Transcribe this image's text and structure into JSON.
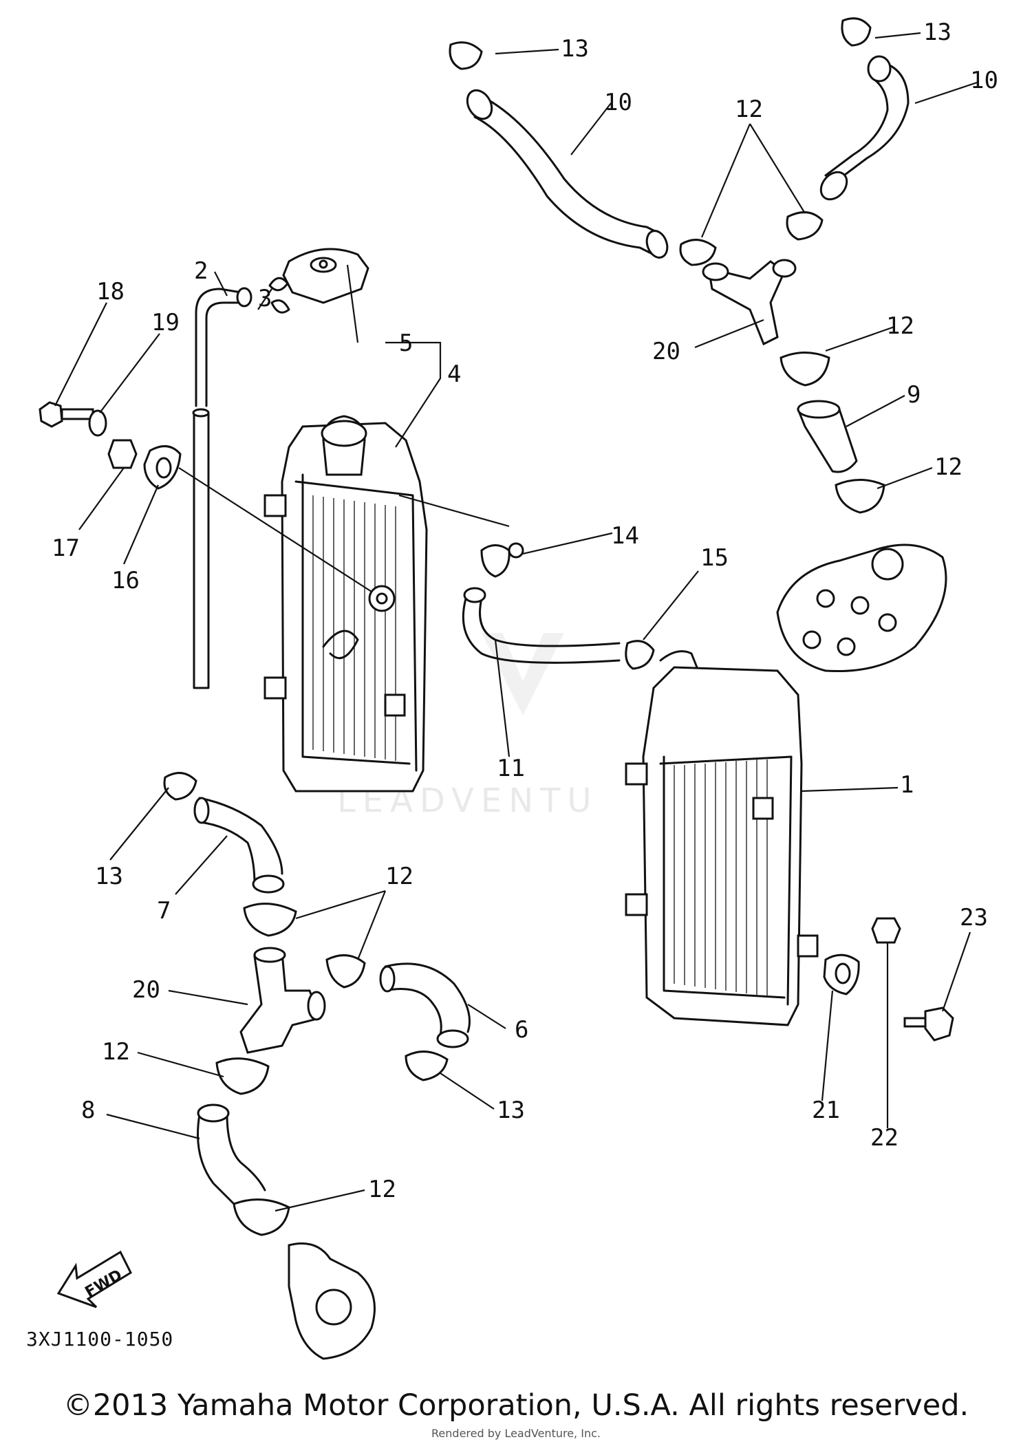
{
  "labels": {
    "l1": "1",
    "l2": "2",
    "l3": "3",
    "l4": "4",
    "l5": "5",
    "l6": "6",
    "l7": "7",
    "l8": "8",
    "l9": "9",
    "l10a": "10",
    "l10b": "10",
    "l11": "11",
    "l12a": "12",
    "l12b": "12",
    "l12c": "12",
    "l12d": "12",
    "l12e": "12",
    "l12f": "12",
    "l13a": "13",
    "l13b": "13",
    "l13c": "13",
    "l13d": "13",
    "l14": "14",
    "l15": "15",
    "l16": "16",
    "l17": "17",
    "l18": "18",
    "l19": "19",
    "l20a": "20",
    "l20b": "20",
    "l21": "21",
    "l22": "22",
    "l23": "23"
  },
  "fwd": "FWD",
  "watermark": "LEADVENTU",
  "diagram_code": "3XJ1100-1050",
  "copyright": "©2013 Yamaha Motor Corporation, U.S.A. All rights reserved.",
  "rendered_by": "Rendered by LeadVenture, Inc."
}
